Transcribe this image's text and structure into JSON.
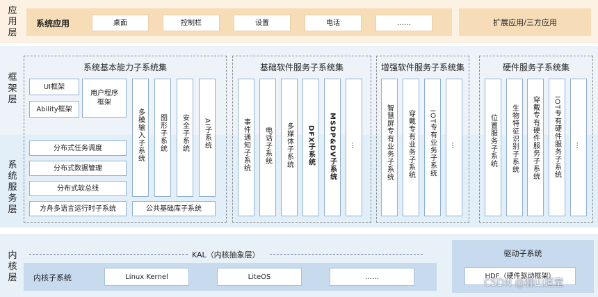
{
  "layers": {
    "app": "应用层",
    "framework": "框架层",
    "system_service": "系统服务层",
    "kernel": "内核层"
  },
  "app_layer": {
    "system_app_label": "系统应用",
    "apps": [
      "桌面",
      "控制栏",
      "设置",
      "电话",
      "……"
    ],
    "extension_label": "扩展应用/三方应用"
  },
  "basic_capability": {
    "title": "系统基本能力子系统集",
    "ui_framework": "UI框架",
    "user_program_framework": "用户程序框架",
    "ability_framework": "Ability框架",
    "columns": [
      "多模输入子系统",
      "图形子系统",
      "安全子系统",
      "AI子系统"
    ],
    "rows": [
      "分布式任务调度",
      "分布式数据管理",
      "分布式软总线"
    ],
    "ark_runtime": "方舟多语言运行时子系统",
    "common_base": "公共基础库子系统"
  },
  "basic_software": {
    "title": "基础软件服务子系统集",
    "columns": [
      "事件通知子系统",
      "电话子系统",
      "多媒体子系统",
      "DFX子系统",
      "MSDP&DV子系统",
      "…"
    ]
  },
  "enhanced_software": {
    "title": "增强软件服务子系统集",
    "columns": [
      "智慧屏专有业务子系统",
      "穿戴专有业务子系统",
      "IOT专有业务子系统",
      "…"
    ]
  },
  "hardware_service": {
    "title": "硬件服务子系统集",
    "columns": [
      "位置服务子系统",
      "生物特征识别子系统",
      "穿戴专有硬件服务子系统",
      "IOT专有硬件服务子系统",
      "…"
    ]
  },
  "kernel_layer": {
    "kal": "KAL（内核抽象层）",
    "kernel_subsystem": "内核子系统",
    "kernels": [
      "Linux Kernel",
      "LiteOS",
      "……"
    ],
    "driver_subsystem": "驱动子系统",
    "hdf": "HDF（硬件驱动框架）"
  },
  "watermark": "CSDN @骊山道童",
  "colors": {
    "band_light": "#f4f7fb",
    "band_blue": "#e6f0fa",
    "band_orange": "#fdf1e3",
    "app_row": "#f8e6cc",
    "kernel_blue": "#d3e3f3",
    "kernel_row": "#bfd4ea"
  }
}
